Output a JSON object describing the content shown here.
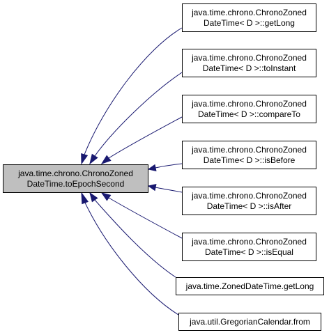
{
  "diagram": {
    "colors": {
      "focus_fill": "#bfbfbf",
      "node_fill": "#ffffff",
      "node_border": "#000000",
      "edge": "#191970"
    },
    "focus": {
      "id": "focus",
      "lines": [
        "java.time.chrono.ChronoZoned",
        "DateTime.toEpochSecond"
      ]
    },
    "callers": [
      {
        "id": "getLong",
        "lines": [
          "java.time.chrono.ChronoZoned",
          "DateTime< D >::getLong"
        ]
      },
      {
        "id": "toInstant",
        "lines": [
          "java.time.chrono.ChronoZoned",
          "DateTime< D >::toInstant"
        ]
      },
      {
        "id": "compareTo",
        "lines": [
          "java.time.chrono.ChronoZoned",
          "DateTime< D >::compareTo"
        ]
      },
      {
        "id": "isBefore",
        "lines": [
          "java.time.chrono.ChronoZoned",
          "DateTime< D >::isBefore"
        ]
      },
      {
        "id": "isAfter",
        "lines": [
          "java.time.chrono.ChronoZoned",
          "DateTime< D >::isAfter"
        ]
      },
      {
        "id": "isEqual",
        "lines": [
          "java.time.chrono.ChronoZoned",
          "DateTime< D >::isEqual"
        ]
      },
      {
        "id": "zoned-getLong",
        "lines": [
          "java.time.ZonedDateTime.getLong"
        ]
      },
      {
        "id": "gregorian-from",
        "lines": [
          "java.util.GregorianCalendar.from"
        ]
      }
    ],
    "edges": [
      {
        "from": "getLong",
        "to": "focus"
      },
      {
        "from": "toInstant",
        "to": "focus"
      },
      {
        "from": "compareTo",
        "to": "focus"
      },
      {
        "from": "isBefore",
        "to": "focus"
      },
      {
        "from": "isAfter",
        "to": "focus"
      },
      {
        "from": "isEqual",
        "to": "focus"
      },
      {
        "from": "zoned-getLong",
        "to": "focus"
      },
      {
        "from": "gregorian-from",
        "to": "focus"
      }
    ]
  }
}
